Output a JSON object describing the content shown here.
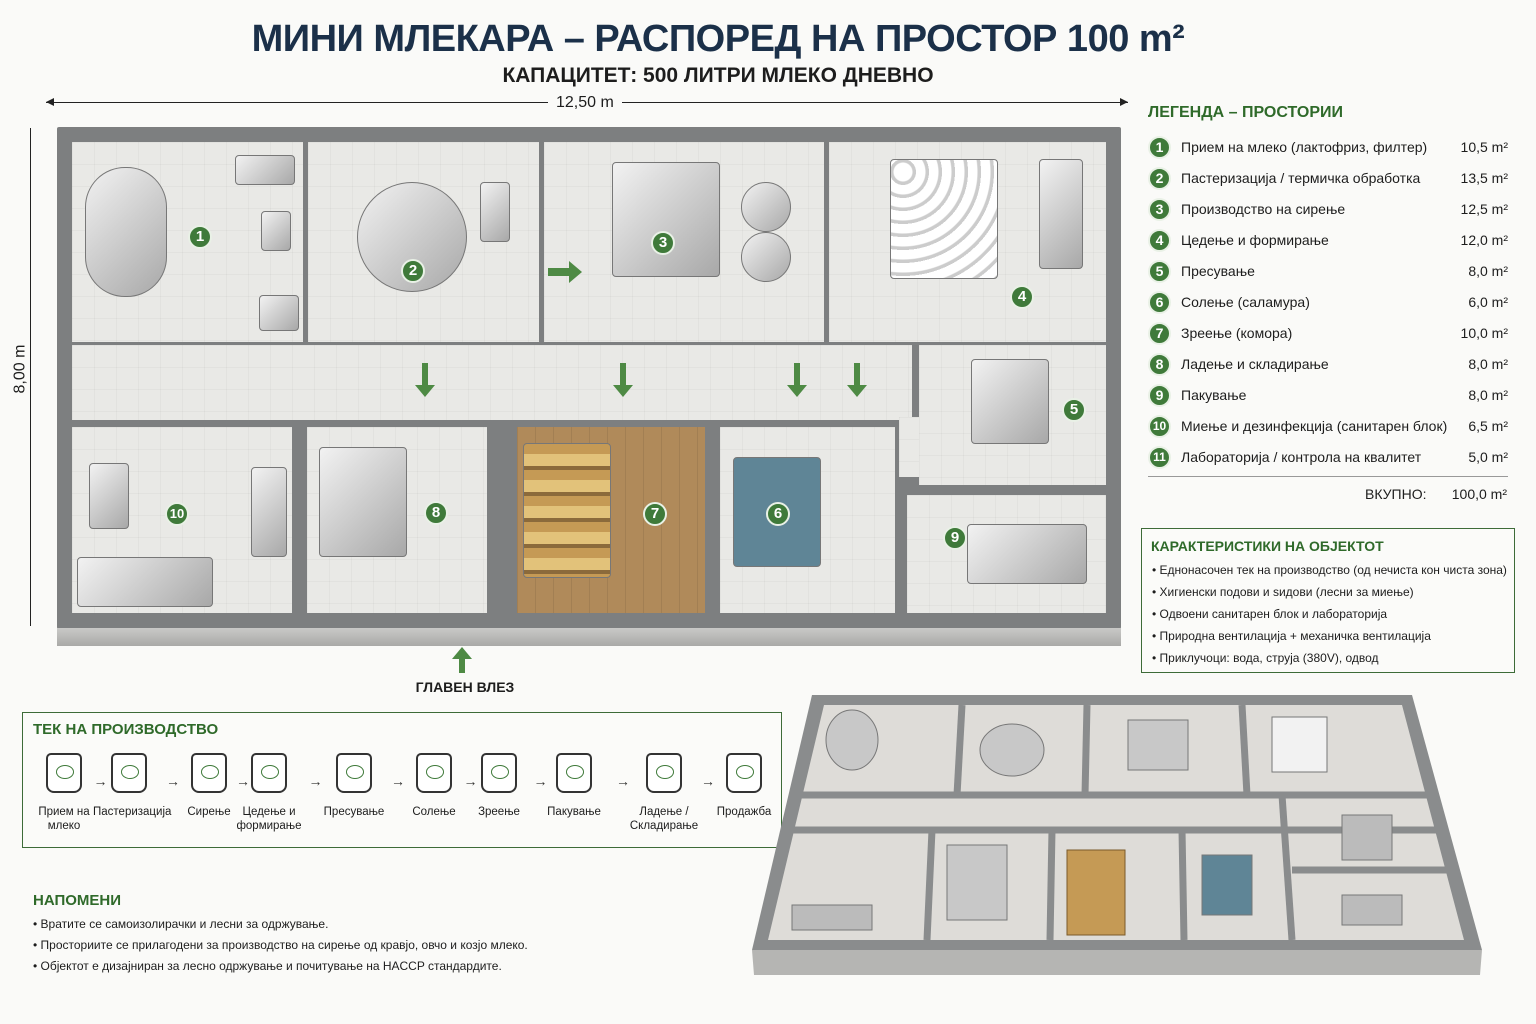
{
  "header": {
    "title": "МИНИ МЛЕКАРА – РАСПОРЕД НА ПРОСТОР 100 m²",
    "subtitle": "КАПАЦИТЕТ: 500 ЛИТРИ МЛЕКО ДНЕВНО"
  },
  "dimensions": {
    "width": "12,50 m",
    "height": "8,00 m"
  },
  "plan": {
    "badges": [
      "1",
      "2",
      "3",
      "4",
      "5",
      "6",
      "7",
      "8",
      "9",
      "10"
    ],
    "entry_label": "ГЛАВЕН ВЛЕЗ"
  },
  "legend": {
    "title": "ЛЕГЕНДА – ПРОСТОРИИ",
    "items": [
      {
        "num": "1",
        "label": "Прием на млеко (лактофриз, филтер)",
        "area": "10,5 m²"
      },
      {
        "num": "2",
        "label": "Пастеризација / термичка обработка",
        "area": "13,5 m²"
      },
      {
        "num": "3",
        "label": "Производство на сирење",
        "area": "12,5 m²"
      },
      {
        "num": "4",
        "label": "Цедење и формирање",
        "area": "12,0 m²"
      },
      {
        "num": "5",
        "label": "Пресување",
        "area": "8,0 m²"
      },
      {
        "num": "6",
        "label": "Солење (саламура)",
        "area": "6,0 m²"
      },
      {
        "num": "7",
        "label": "Зреење (комора)",
        "area": "10,0 m²"
      },
      {
        "num": "8",
        "label": "Ладење и складирање",
        "area": "8,0 m²"
      },
      {
        "num": "9",
        "label": "Пакување",
        "area": "8,0 m²"
      },
      {
        "num": "10",
        "label": "Миење и дезинфекција (санитарен блок)",
        "area": "6,5 m²"
      },
      {
        "num": "11",
        "label": "Лабораторија / контрола на квалитет",
        "area": "5,0 m²"
      }
    ],
    "total_label": "ВКУПНО:",
    "total_area": "100,0 m²"
  },
  "features": {
    "title": "КАРАКТЕРИСТИКИ НА ОБЈЕКТОТ",
    "items": [
      "• Еднонасочен тек на производство (од нечиста кон чиста зона)",
      "• Хигиенски подови и ѕидови (лесни за миење)",
      "• Одвоени санитарен блок и лабораторија",
      "• Природна вентилација + механичка вентилација",
      "• Приклучоци: вода, струја (380V), одвод"
    ]
  },
  "flow": {
    "title": "ТЕК НА ПРОИЗВОДСТВО",
    "steps": [
      "Прием на млеко",
      "Пастеризација",
      "Сирење",
      "Цедење и формирање",
      "Пресување",
      "Солење",
      "Зреење",
      "Пакување",
      "Ладење / Складирање",
      "Продажба"
    ],
    "arrow": "→"
  },
  "notes": {
    "title": "НАПОМЕНИ",
    "items": [
      "• Вратите се самоизолирачки и лесни за одржување.",
      "• Просториите се прилагодени за производство на сирење од кравјо, овчо и козјо млеко.",
      "• Објектот е дизајниран за лесно одржување и почитување на HACCP стандардите."
    ]
  },
  "colors": {
    "accent": "#2f6a2a",
    "title": "#1b3049",
    "badge": "#3f7a3a"
  }
}
